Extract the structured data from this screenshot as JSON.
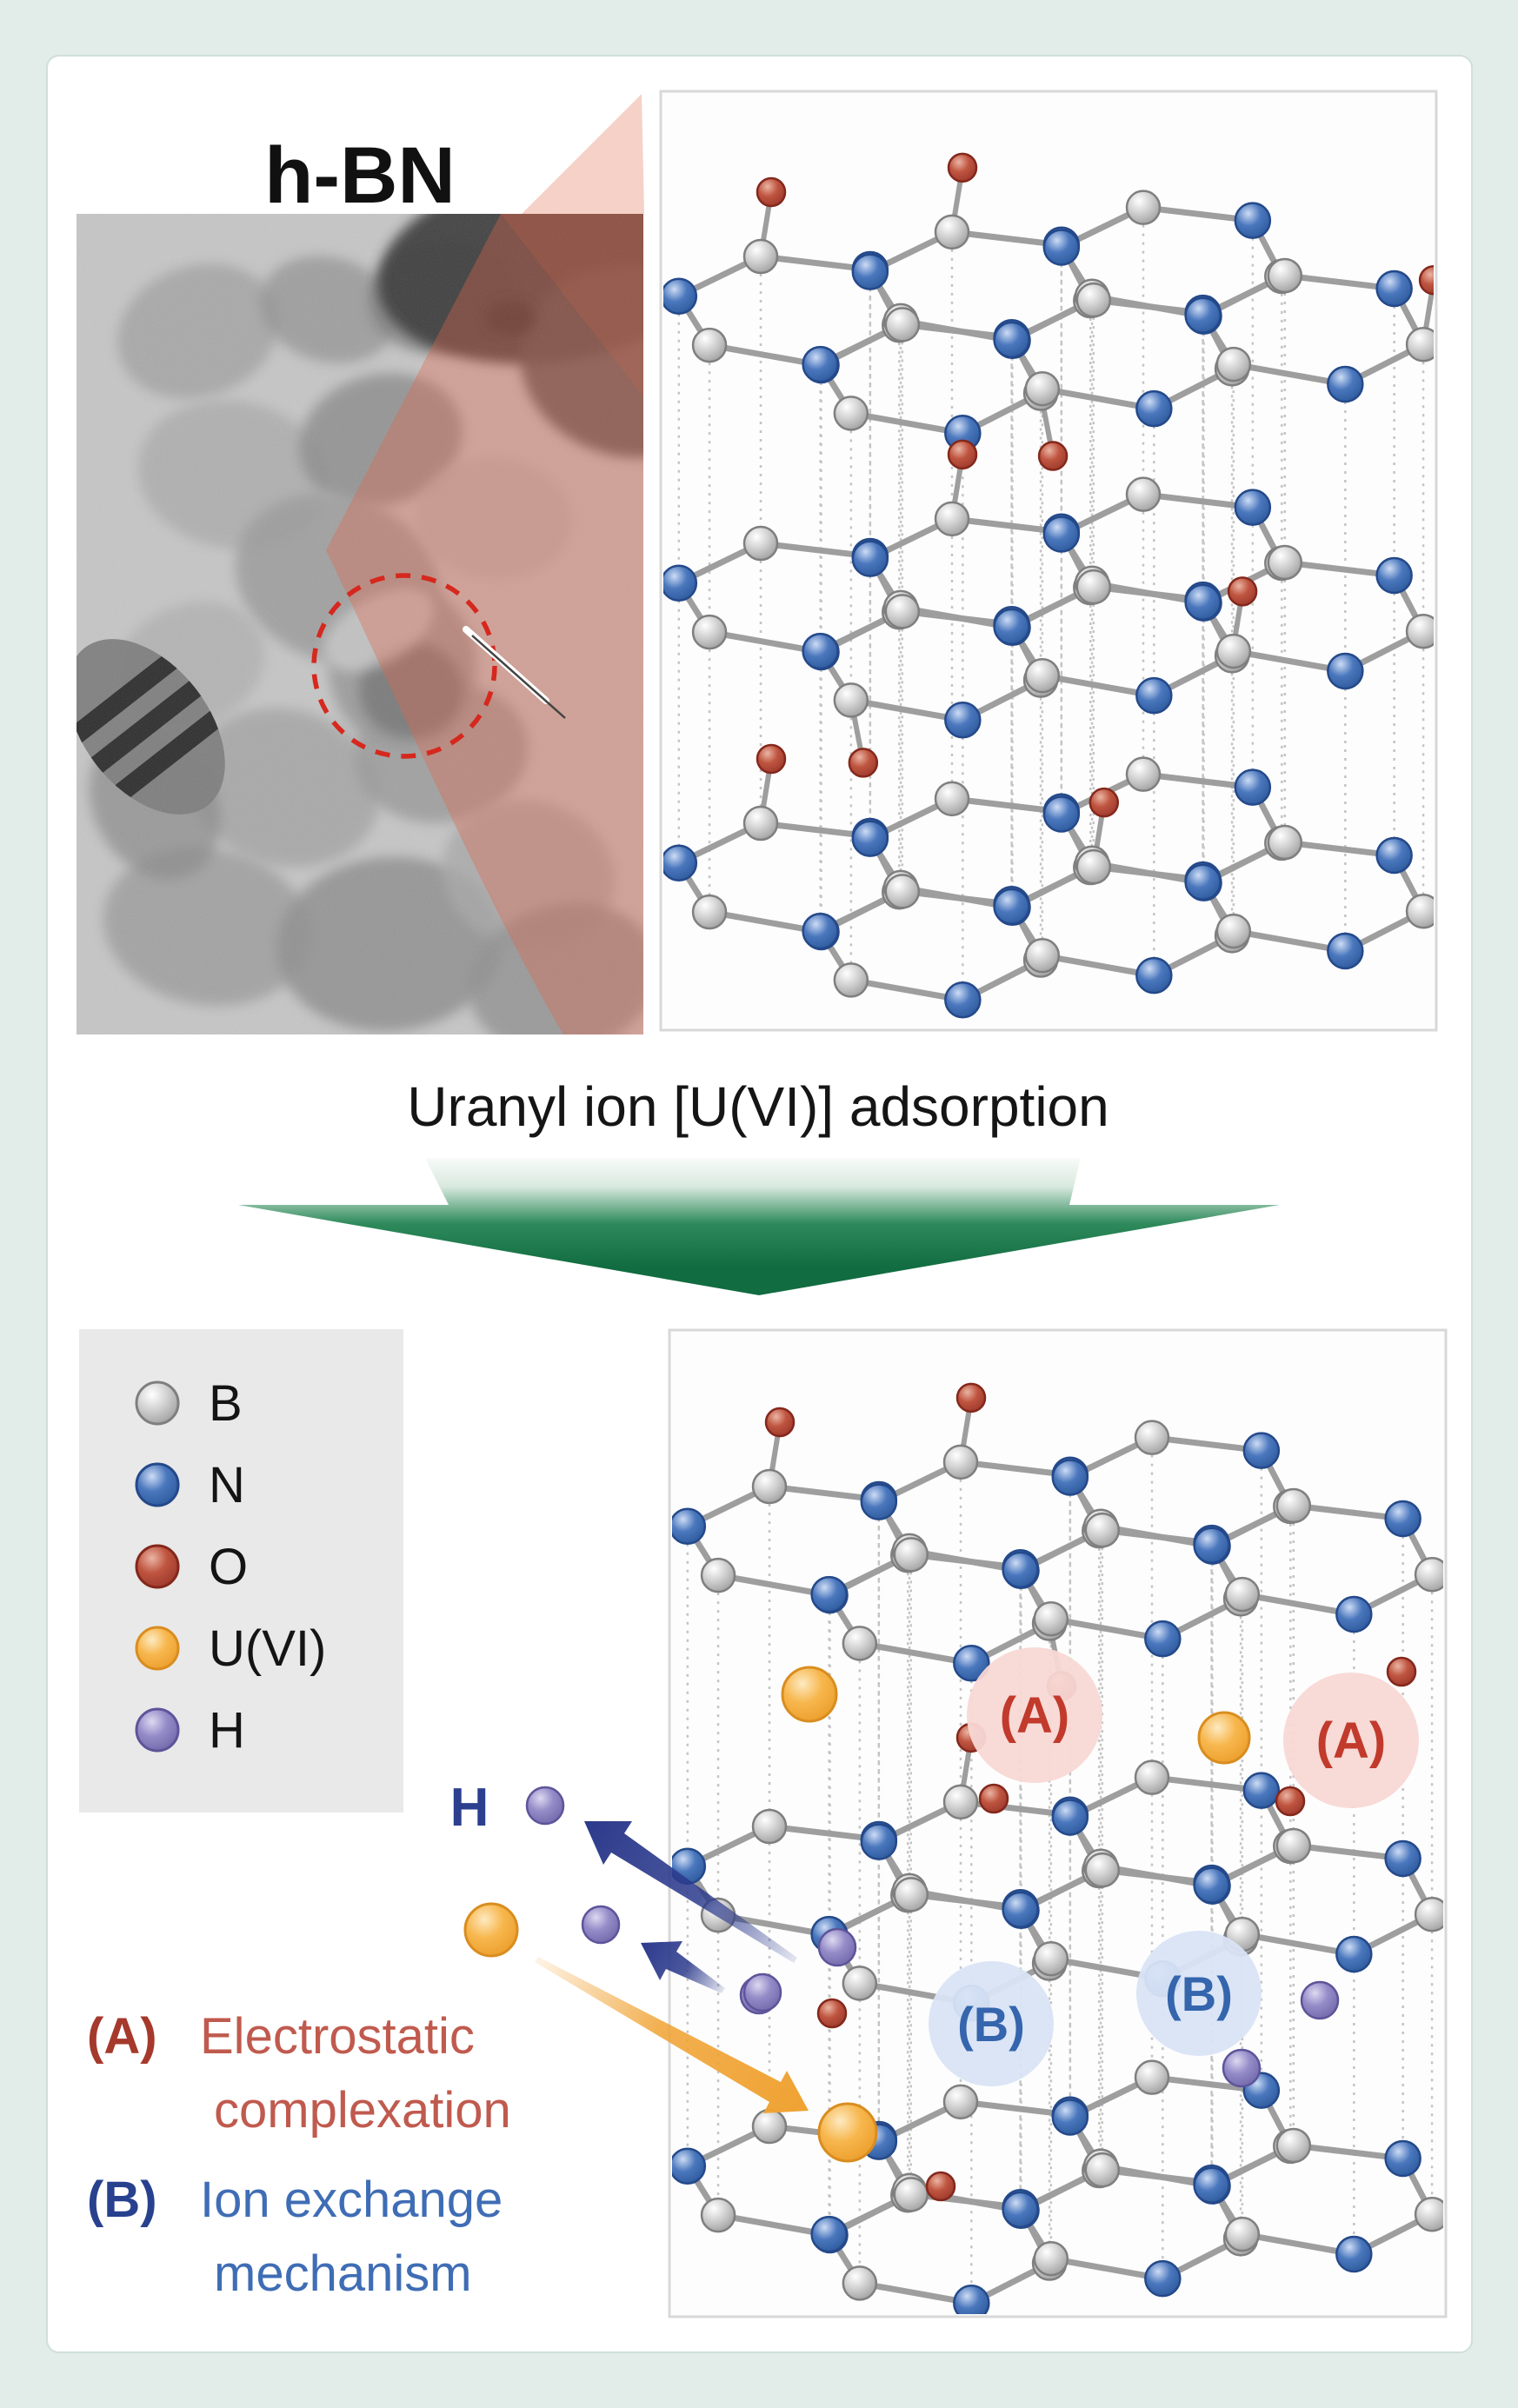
{
  "tem": {
    "title": "h-BN"
  },
  "process": {
    "label": "Uranyl ion [U(VI)] adsorption"
  },
  "legend": {
    "items": [
      {
        "symbol": "B",
        "atom": "B"
      },
      {
        "symbol": "N",
        "atom": "N"
      },
      {
        "symbol": "O",
        "atom": "O"
      },
      {
        "symbol": "U(VI)",
        "atom": "U"
      },
      {
        "symbol": "H",
        "atom": "H"
      }
    ]
  },
  "mechanisms": {
    "h_label": "H",
    "a": {
      "key": "(A)",
      "line1": "Electrostatic",
      "line2": "complexation"
    },
    "b": {
      "key": "(B)",
      "line1": "Ion exchange",
      "line2": "mechanism"
    }
  },
  "badges": {
    "a": "(A)",
    "b": "(B)"
  },
  "colors": {
    "background": "#e2ece8",
    "card": "#ffffff",
    "card_edge": "#cfe0d9",
    "panel_bg": "#fdfdfd",
    "panel_border": "#d8d8d8",
    "bond": "#9e9e9e",
    "dash": "#c4c4c4",
    "title_text": "#111111",
    "process_text": "#151515",
    "legend_bg": "#e9e9e9",
    "legend_text": "#141414",
    "green_arrow_light": "#ffffff",
    "green_arrow_mid": "#2e8a5b",
    "green_arrow_dark": "#116c41",
    "navy_arrow": "#2c3a8c",
    "orange_arrow": "#f0a232",
    "h_label": "#2c3f8f",
    "badge_a_bg": "#f8d8d5",
    "badge_a_text": "#c13a2b",
    "badge_b_bg": "#d9e4f5",
    "badge_b_text": "#3465ad",
    "mech_a_key": "#a5392c",
    "mech_a_text": "#c05a4e",
    "mech_b_key": "#27418f",
    "mech_b_text": "#3f6db5",
    "tem_overlay": "#e0664a",
    "tem_circle": "#d6281e",
    "tem_base": "#c6c6c6",
    "atoms": {
      "B": {
        "hi": "#ffffff",
        "mid": "#d2d2d2",
        "dark": "#9a9a9a",
        "rim": "#7f7f7f"
      },
      "N": {
        "hi": "#cddcf5",
        "mid": "#4a77bd",
        "dark": "#2b5699",
        "rim": "#24498a"
      },
      "O": {
        "hi": "#eab5a4",
        "mid": "#bf5540",
        "dark": "#99352a",
        "rim": "#84281c"
      },
      "U": {
        "hi": "#fdeac2",
        "mid": "#f7b74e",
        "dark": "#eb9b28",
        "rim": "#d98d1f"
      },
      "H": {
        "hi": "#ddd9f0",
        "mid": "#948bc8",
        "dark": "#6f65a8",
        "rim": "#5d549a"
      }
    }
  }
}
